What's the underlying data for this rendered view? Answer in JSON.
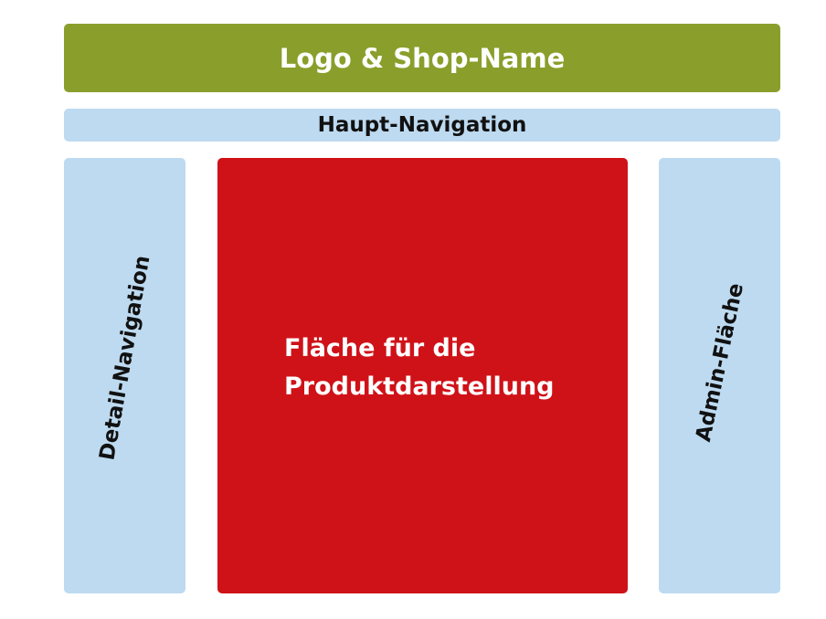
{
  "header": {
    "label": "Logo & Shop-Name",
    "color": "#8a9e2b"
  },
  "main_navigation": {
    "label": "Haupt-Navigation",
    "color": "#bddaf0"
  },
  "detail_navigation": {
    "label": "Detail-Navigation",
    "color": "#bddaf0"
  },
  "product_area": {
    "line1": "Fläche für die",
    "line2": "Produktdarstellung",
    "color": "#cf1218"
  },
  "admin_area": {
    "label": "Admin-Fläche",
    "color": "#bddaf0"
  }
}
